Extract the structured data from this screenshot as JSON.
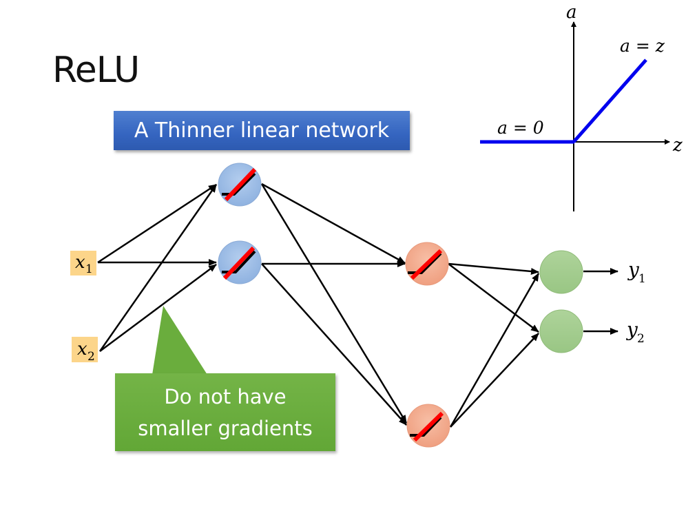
{
  "slide": {
    "title": "ReLU"
  },
  "banner": {
    "text": "A Thinner linear network",
    "color": "#3a6bc4"
  },
  "callout": {
    "lines": [
      "Do not have",
      "smaller gradients"
    ],
    "color": "#69ad3c"
  },
  "relu_plot": {
    "y_axis_label": "a",
    "x_axis_label": "z",
    "left_label": "a = 0",
    "right_label": "a = z",
    "line_color": "#0000ee"
  },
  "network": {
    "inputs": [
      {
        "var": "x",
        "sub": "1"
      },
      {
        "var": "x",
        "sub": "2"
      }
    ],
    "outputs": [
      {
        "var": "y",
        "sub": "1"
      },
      {
        "var": "y",
        "sub": "2"
      }
    ],
    "colors": {
      "input_box": "#fcd58a",
      "hidden1": "#9dbde6",
      "hidden2": "#f2a98a",
      "output": "#a2cc8c",
      "strike": "#ff0000"
    }
  }
}
